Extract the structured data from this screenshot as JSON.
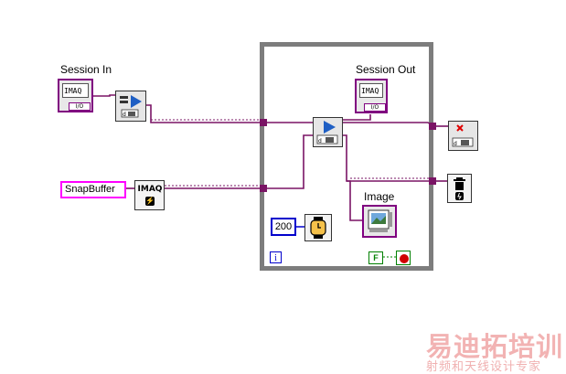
{
  "labels": {
    "session_in": "Session In",
    "session_out": "Session Out",
    "image": "Image"
  },
  "controls": {
    "session_in_value": "IMAQ",
    "session_out_value": "IMAQ",
    "io_tag": "I/O"
  },
  "constants": {
    "snap_buffer": "SnapBuffer",
    "wait_ms": "200",
    "stop_false": "F"
  },
  "nodes": {
    "imaq_init": "IMAQ",
    "iteration": "i"
  },
  "colors": {
    "wire_imaq": "#7a1465",
    "wire_image": "#7a1465",
    "string_const": "#ff00ff",
    "numeric_const": "#0000cc",
    "loop_border": "#7d7d7d",
    "stop_red": "#d00000",
    "stop_green": "#008000"
  },
  "watermark": {
    "main": "易迪拓培训",
    "sub": "射频和天线设计专家"
  }
}
